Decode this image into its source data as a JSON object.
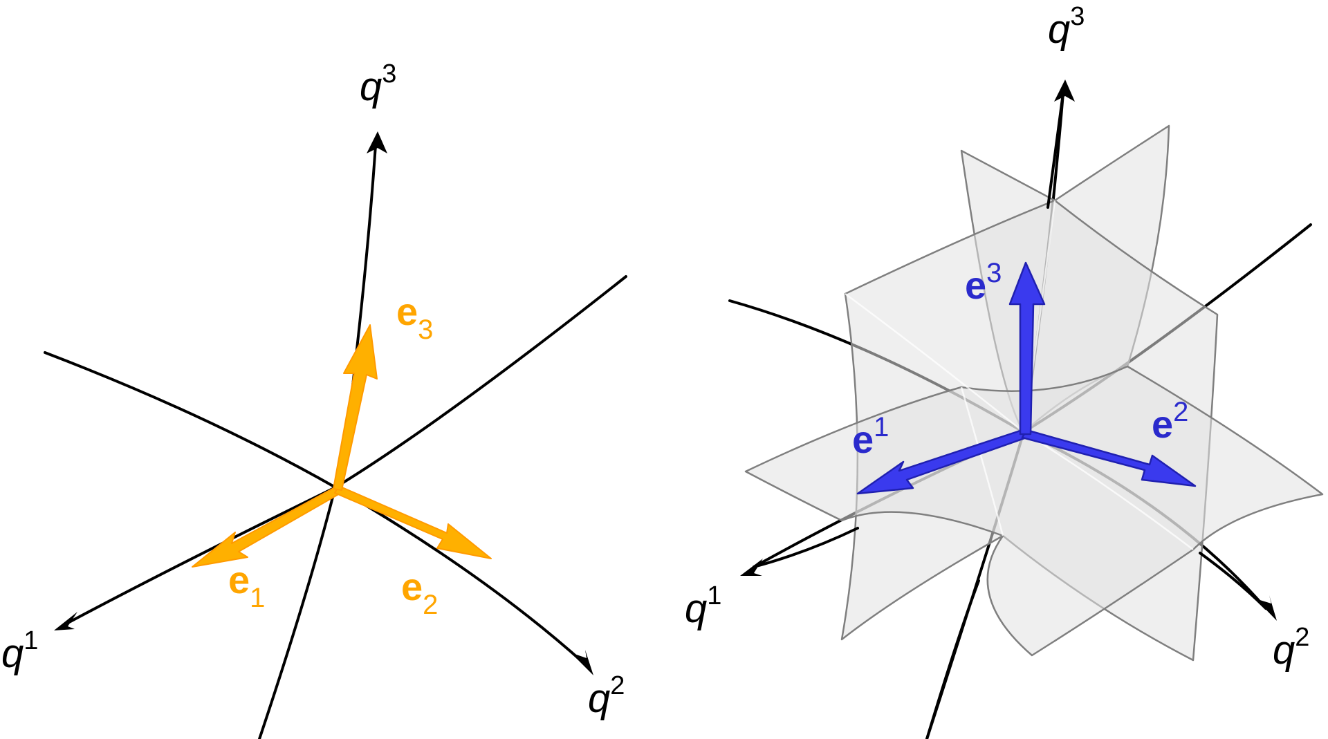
{
  "colors": {
    "curve": "#000000",
    "covariant_basis": "#FFA500",
    "contravariant_basis": "#3333EE",
    "plane_fill": "#E2E2E2",
    "plane_edge": "#7F7F7F"
  },
  "left_panel": {
    "axes": [
      {
        "symbol": "q",
        "index": "1"
      },
      {
        "symbol": "q",
        "index": "2"
      },
      {
        "symbol": "q",
        "index": "3"
      }
    ],
    "vectors": [
      {
        "symbol": "e",
        "index": "1"
      },
      {
        "symbol": "e",
        "index": "2"
      },
      {
        "symbol": "e",
        "index": "3"
      }
    ]
  },
  "right_panel": {
    "axes": [
      {
        "symbol": "q",
        "index": "1"
      },
      {
        "symbol": "q",
        "index": "2"
      },
      {
        "symbol": "q",
        "index": "3"
      }
    ],
    "vectors": [
      {
        "symbol": "e",
        "index": "1"
      },
      {
        "symbol": "e",
        "index": "2"
      },
      {
        "symbol": "e",
        "index": "3"
      }
    ]
  }
}
